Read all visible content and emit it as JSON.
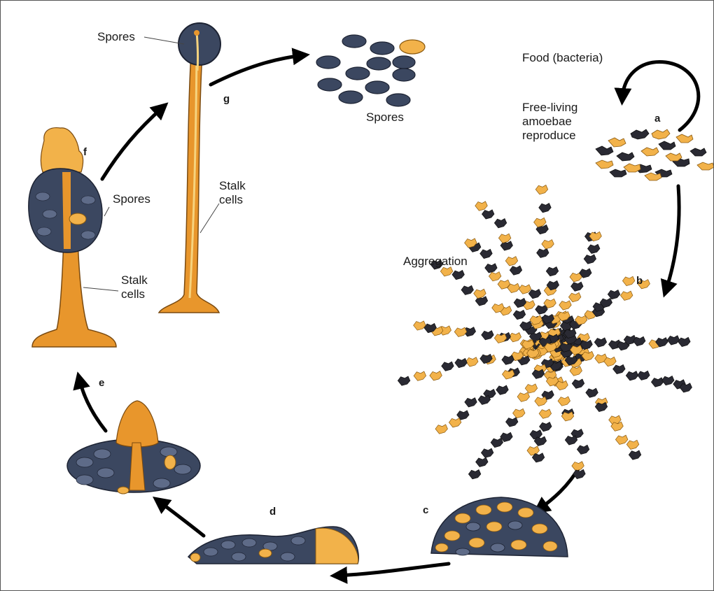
{
  "colors": {
    "spore_dark": "#3b4760",
    "spore_mid": "#5e6b88",
    "stalk_orange": "#e8962c",
    "cell_orange": "#f2b24a",
    "cell_dark": "#2a2a33",
    "arrow": "#000000"
  },
  "labels": {
    "food": "Food (bacteria)",
    "free_living_1": "Free-living",
    "free_living_2": "amoebae",
    "free_living_3": "reproduce",
    "aggregation": "Aggregation",
    "spores_top": "Spores",
    "spores_cluster": "Spores",
    "spores_f": "Spores",
    "stalk_g_1": "Stalk",
    "stalk_g_2": "cells",
    "stalk_f_1": "Stalk",
    "stalk_f_2": "cells"
  },
  "stages": {
    "a": "a",
    "b": "b",
    "c": "c",
    "d": "d",
    "e": "e",
    "f": "f",
    "g": "g"
  }
}
